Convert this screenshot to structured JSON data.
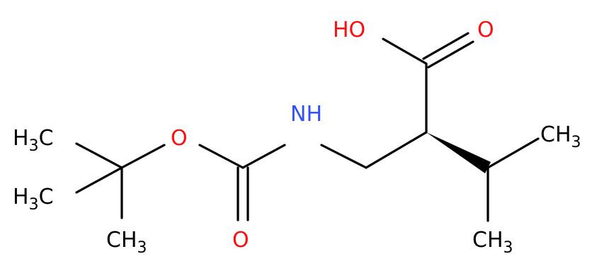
{
  "colors": {
    "bond": "#000000",
    "oxygen": "#ff0d0d",
    "nitrogen": "#3050f8",
    "carbon_label": "#000000",
    "background": "#ffffff"
  },
  "atoms": {
    "hydroxyl": "HO",
    "carbonyl_acid_oxygen": "O",
    "ester_oxygen": "O",
    "carbamate_carbonyl_oxygen": "O",
    "amine": "NH",
    "methyl_upper_left": {
      "main": "H",
      "sub": "3",
      "tail": "C"
    },
    "methyl_middle_left": {
      "main": "H",
      "sub": "3",
      "tail": "C"
    },
    "methyl_bottom_left": {
      "main": "CH",
      "sub": "3"
    },
    "methyl_isopropyl_upper": {
      "main": "CH",
      "sub": "3"
    },
    "methyl_isopropyl_lower": {
      "main": "CH",
      "sub": "3"
    }
  }
}
